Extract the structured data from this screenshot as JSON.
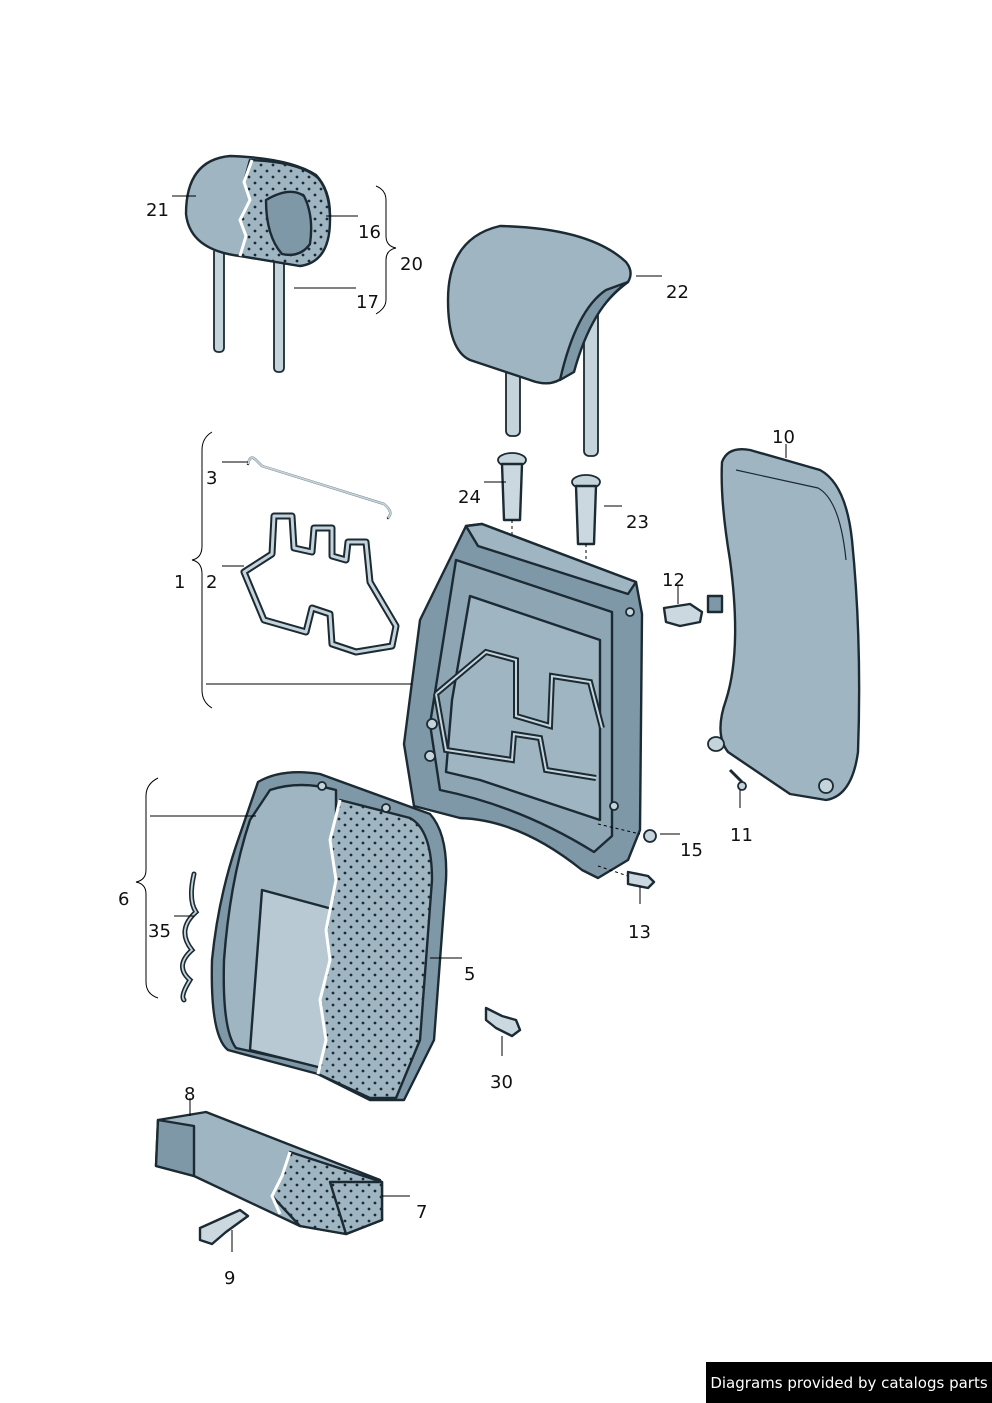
{
  "callouts": {
    "c1": "1",
    "c2": "2",
    "c3": "3",
    "c5": "5",
    "c6": "6",
    "c7": "7",
    "c8": "8",
    "c9": "9",
    "c10": "10",
    "c11": "11",
    "c12": "12",
    "c13": "13",
    "c15": "15",
    "c16": "16",
    "c17": "17",
    "c20": "20",
    "c21": "21",
    "c22": "22",
    "c23": "23",
    "c24": "24",
    "c30": "30",
    "c35": "35"
  },
  "footer": {
    "text": "Diagrams provided by catalogs parts"
  },
  "colors": {
    "part_fill": "#9fb5c2",
    "part_light": "#b8c9d3",
    "part_dark": "#7f98a7",
    "outline": "#1b2a33",
    "footer_bg": "#000000",
    "footer_text": "#ffffff"
  }
}
